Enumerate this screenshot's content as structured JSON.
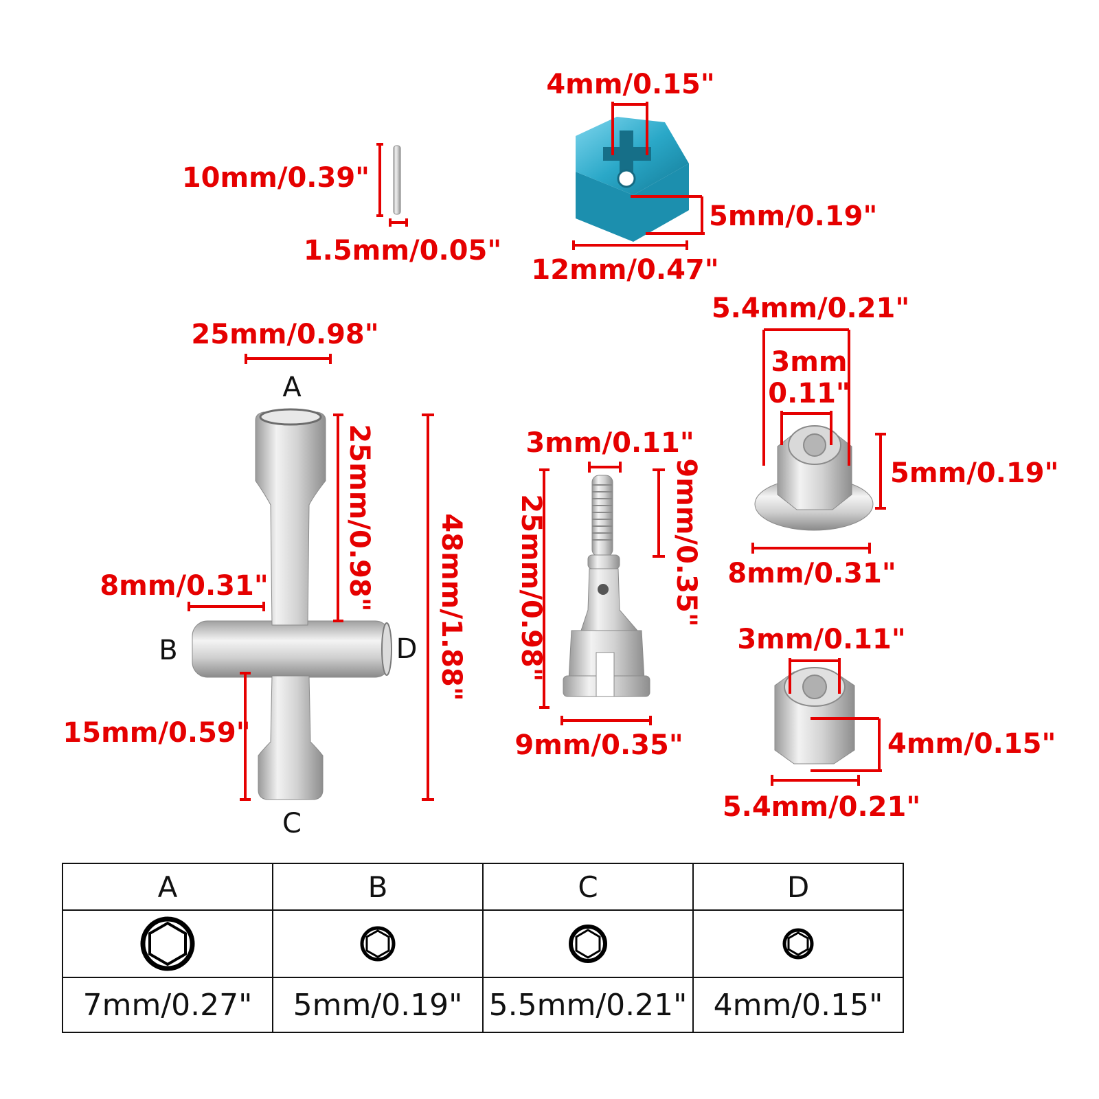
{
  "pin": {
    "length": "10mm/0.39\"",
    "diameter": "1.5mm/0.05\""
  },
  "hex_hub": {
    "slot": "4mm/0.15\"",
    "height": "5mm/0.19\"",
    "width": "12mm/0.47\"",
    "color": "#2aa8c8"
  },
  "cross_wrench": {
    "top_width": "25mm/0.98\"",
    "upper_arm": "25mm/0.98\"",
    "total_length": "48mm/1.88\"",
    "side_arm": "8mm/0.31\"",
    "lower_arm": "15mm/0.59\"",
    "labels": {
      "a": "A",
      "b": "B",
      "c": "C",
      "d": "D"
    }
  },
  "axle": {
    "thread_dia": "3mm/0.11\"",
    "length": "25mm/0.98\"",
    "thread_len": "9mm/0.35\"",
    "base_dia": "9mm/0.35\""
  },
  "flange_nut": {
    "outer": "5.4mm/0.21\"",
    "inner_mm": "3mm",
    "inner_in": "0.11\"",
    "height": "5mm/0.19\"",
    "flange": "8mm/0.31\""
  },
  "lock_nut": {
    "inner": "3mm/0.11\"",
    "height": "4mm/0.15\"",
    "width": "5.4mm/0.21\""
  },
  "size_table": {
    "headers": [
      "A",
      "B",
      "C",
      "D"
    ],
    "values": [
      "7mm/0.27\"",
      "5mm/0.19\"",
      "5.5mm/0.21\"",
      "4mm/0.15\""
    ]
  },
  "colors": {
    "dimension": "#e50000",
    "metal": "#c9c9c9"
  }
}
